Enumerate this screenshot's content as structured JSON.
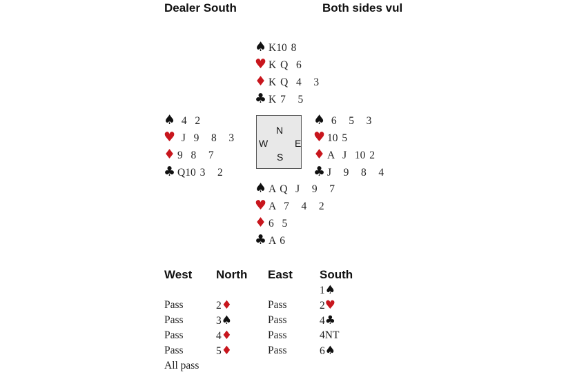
{
  "header": {
    "dealer": "Dealer South",
    "vulnerability": "Both sides vul"
  },
  "colors": {
    "red": "#c8161d",
    "black": "#111111",
    "compass_bg": "#e8e8e8"
  },
  "suits": {
    "spades": "♠",
    "hearts": "♥",
    "diamonds": "♦",
    "clubs": "♣"
  },
  "compass": {
    "n": "N",
    "e": "E",
    "s": "S",
    "w": "W"
  },
  "hands": {
    "north": {
      "spades": "K10 8",
      "hearts": "K Q  6",
      "diamonds": "K Q  4   3",
      "clubs": "K 7   5"
    },
    "west": {
      "spades": " 4  2",
      "hearts": " J  9   8   3",
      "diamonds": "9  8   7",
      "clubs": "Q10 3   2"
    },
    "east": {
      "spades": " 6   5   3",
      "hearts": "10 5",
      "diamonds": "A  J  10 2",
      "clubs": "J   9   8   4"
    },
    "south": {
      "spades": "A Q  J   9   7",
      "hearts": "A  7   4   2",
      "diamonds": "6  5",
      "clubs": "A 6"
    }
  },
  "bidding": {
    "headers": [
      "West",
      "North",
      "East",
      "South"
    ],
    "rows": [
      [
        null,
        null,
        null,
        {
          "level": "1",
          "suit": "spades"
        }
      ],
      [
        {
          "level": "Pass"
        },
        {
          "level": "2",
          "suit": "diamonds"
        },
        {
          "level": "Pass"
        },
        {
          "level": "2",
          "suit": "hearts"
        }
      ],
      [
        {
          "level": "Pass"
        },
        {
          "level": "3",
          "suit": "spades"
        },
        {
          "level": "Pass"
        },
        {
          "level": "4",
          "suit": "clubs"
        }
      ],
      [
        {
          "level": "Pass"
        },
        {
          "level": "4",
          "suit": "diamonds"
        },
        {
          "level": "Pass"
        },
        {
          "level": "4NT"
        }
      ],
      [
        {
          "level": "Pass"
        },
        {
          "level": "5",
          "suit": "diamonds"
        },
        {
          "level": "Pass"
        },
        {
          "level": "6",
          "suit": "spades"
        }
      ],
      [
        {
          "level": "All pass"
        },
        null,
        null,
        null
      ]
    ]
  }
}
